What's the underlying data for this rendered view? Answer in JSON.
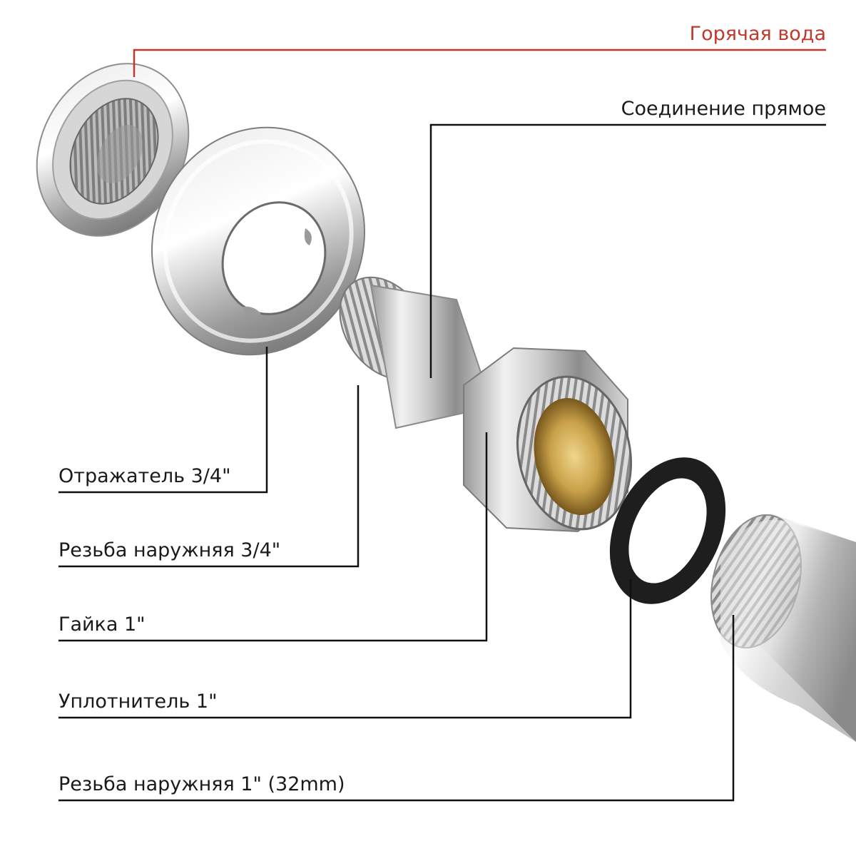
{
  "labels": {
    "hot_water": "Горячая вода",
    "straight_connector": "Соединение прямое",
    "reflector": "Отражатель 3/4\"",
    "external_thread_34": "Резьба наружняя 3/4\"",
    "nut": "Гайка 1\"",
    "seal": "Уплотнитель 1\"",
    "external_thread_1": "Резьба наружняя 1\" (32mm)"
  },
  "colors": {
    "hot_water_line": "#c0392b",
    "leader_line": "#111111",
    "chrome_light": "#f4f4f4",
    "chrome_dark": "#6a6a6a",
    "brass": "#c9a24a",
    "rubber": "#1e1e1e"
  }
}
